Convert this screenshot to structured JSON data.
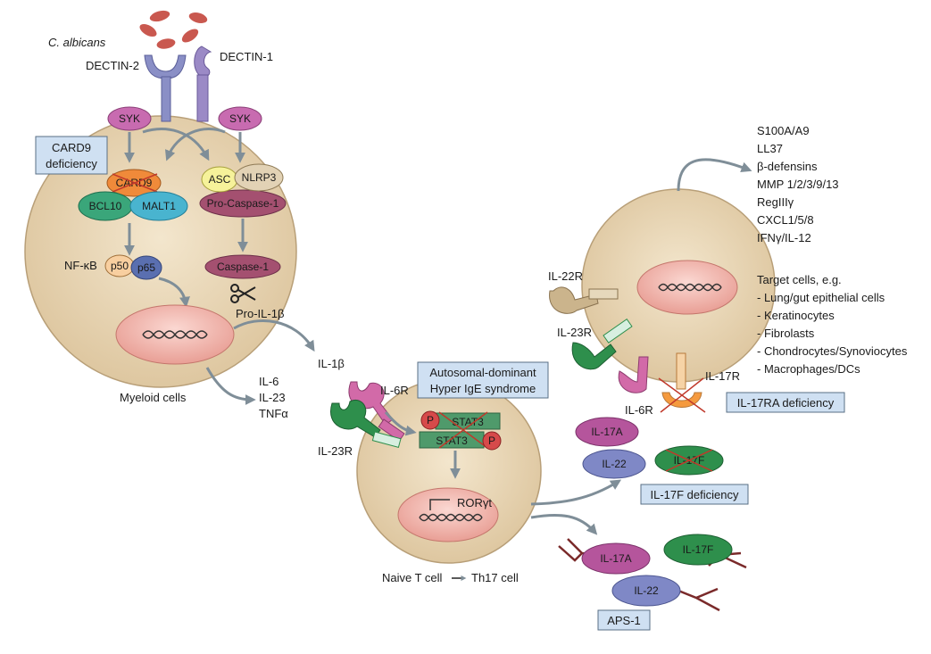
{
  "labels": {
    "c_albicans": "C. albicans",
    "dectin2": "DECTIN-2",
    "dectin1": "DECTIN-1",
    "syk": "SYK",
    "card9": "CARD9",
    "bcl10": "BCL10",
    "malt1": "MALT1",
    "asc": "ASC",
    "nlrp3": "NLRP3",
    "pro_caspase1": "Pro-Caspase-1",
    "caspase1": "Caspase-1",
    "nfkb": "NF-κB",
    "p50": "p50",
    "p65": "p65",
    "pro_il1b": "Pro-IL-1β",
    "myeloid": "Myeloid cells",
    "il6": "IL-6",
    "il23": "IL-23",
    "tnfa": "TNFα",
    "il1b": "IL-1β",
    "il6r": "IL-6R",
    "il23r": "IL-23R",
    "stat3": "STAT3",
    "p": "P",
    "rorgt": "RORγt",
    "naive": "Naive T cell",
    "th17": "Th17 cell",
    "il22r": "IL-22R",
    "il17r": "IL-17R",
    "il17a": "IL-17A",
    "il17f": "IL-17F",
    "il22": "IL-22"
  },
  "boxes": {
    "card9_def_1": "CARD9",
    "card9_def_2": "deficiency",
    "ad_hies_1": "Autosomal-dominant",
    "ad_hies_2": "Hyper IgE syndrome",
    "il17ra_def": "IL-17RA deficiency",
    "il17f_def": "IL-17F deficiency",
    "aps1": "APS-1"
  },
  "effectors": [
    "S100A/A9",
    "LL37",
    "β-defensins",
    "MMP 1/2/3/9/13",
    "RegIIIγ",
    "CXCL1/5/8",
    "IFNγ/IL-12"
  ],
  "targets": {
    "title": "Target cells, e.g.",
    "items": [
      "- Lung/gut epithelial cells",
      "- Keratinocytes",
      "- Fibrolasts",
      "- Chondrocytes/Synoviocytes",
      "- Macrophages/DCs"
    ]
  },
  "colors": {
    "cell_fill": "#e8d6b6",
    "nucleus": "#f2b6ad",
    "syk": "#c86bb0",
    "card9": "#f08a3a",
    "bcl10": "#3aa67a",
    "malt1": "#49b4cf",
    "caspase": "#a45070",
    "stat3": "#4f9a6b",
    "p": "#d64a4a",
    "il17a": "#b5559c",
    "il22": "#7f88c6",
    "il17f": "#2e8f4c",
    "info_box": "#cfe0f2"
  }
}
